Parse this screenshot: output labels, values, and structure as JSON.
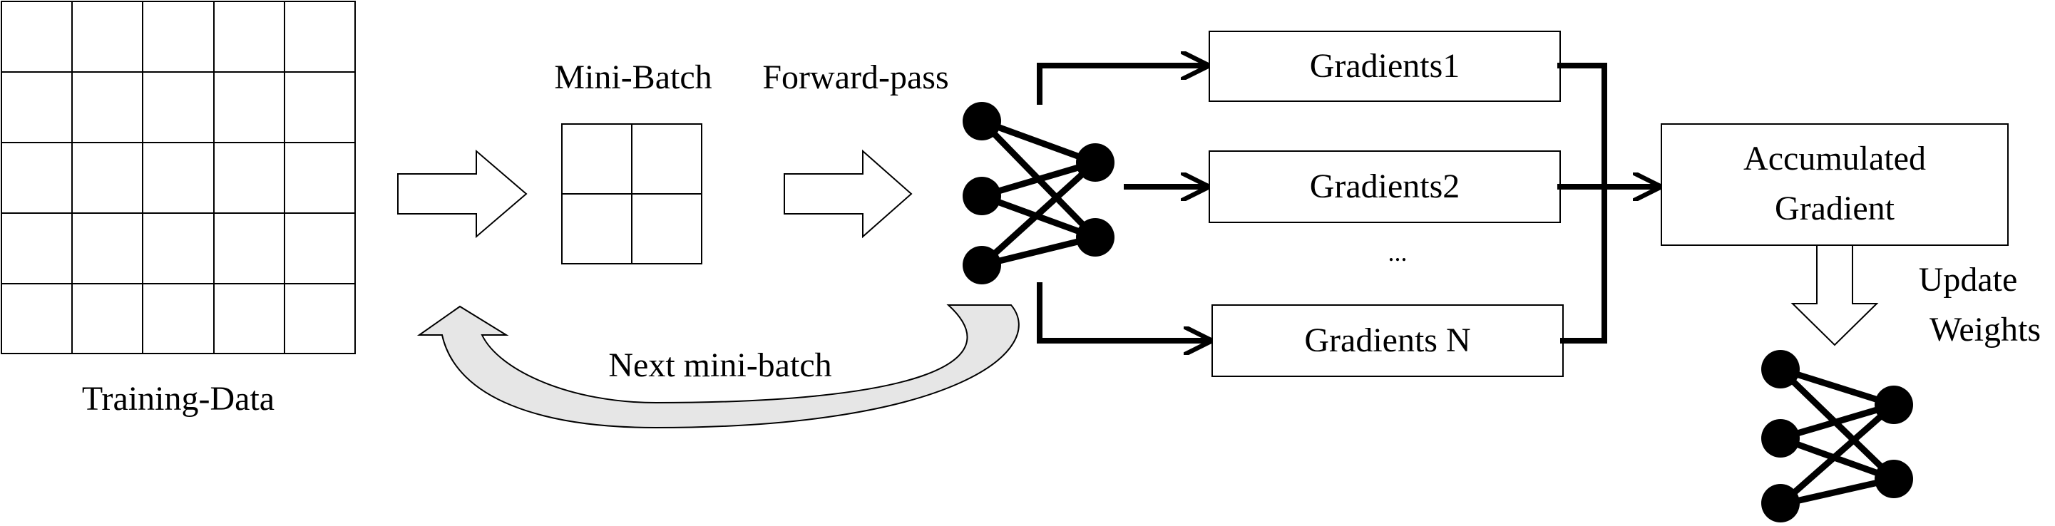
{
  "labels": {
    "training_data": "Training-Data",
    "mini_batch": "Mini-Batch",
    "forward_pass": "Forward-pass",
    "next_mini_batch": "Next mini-batch",
    "ellipsis": "...",
    "accumulated_line1": "Accumulated",
    "accumulated_line2": "Gradient",
    "update_line1": "Update",
    "update_line2": "Weights"
  },
  "gradients": [
    "Gradients1",
    "Gradients2",
    "Gradients N"
  ],
  "colors": {
    "stroke": "#000000",
    "background": "#ffffff",
    "loop_arrow_fill": "#e6e6e6"
  }
}
